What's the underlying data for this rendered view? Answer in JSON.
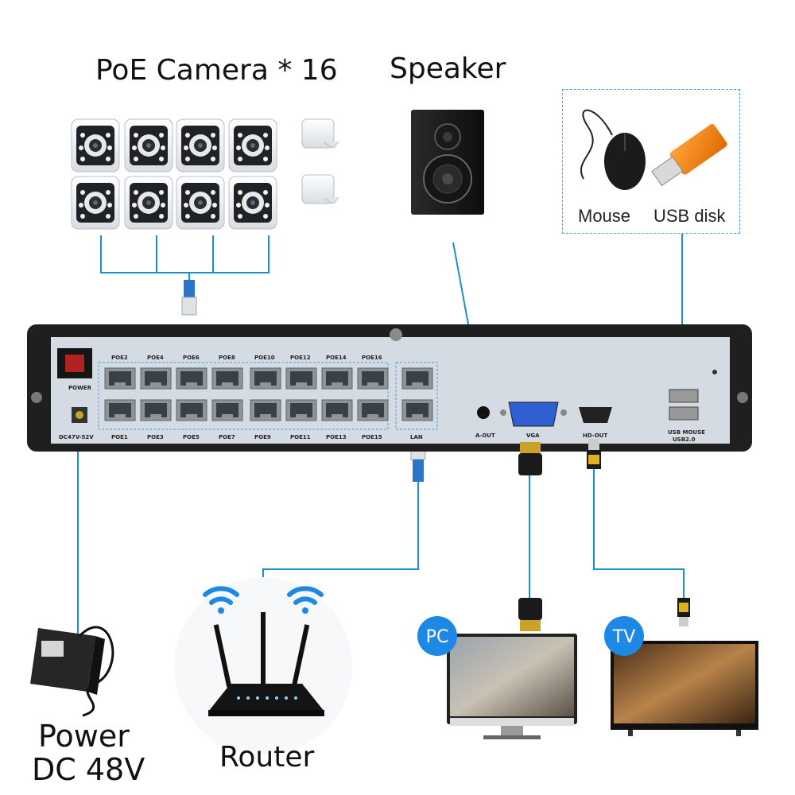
{
  "labels": {
    "cameras": "PoE Camera * 16",
    "speaker": "Speaker",
    "mouse": "Mouse",
    "usb_disk": "USB disk",
    "power_line1": "Power",
    "power_line2": "DC 48V",
    "router": "Router",
    "pc": "PC",
    "tv": "TV"
  },
  "nvr_panel": {
    "power_switch": "POWER",
    "dc_input": "DC47V-52V",
    "poe_top": [
      "POE2",
      "POE4",
      "POE6",
      "POE8",
      "POE10",
      "POE12",
      "POE14",
      "POE16"
    ],
    "poe_bottom": [
      "POE1",
      "POE3",
      "POE5",
      "POE7",
      "POE9",
      "POE11",
      "POE13",
      "POE15"
    ],
    "lan": "LAN",
    "audio_out": "A-OUT",
    "vga": "VGA",
    "hdmi": "HD-OUT",
    "usb_line1": "USB MOUSE",
    "usb_line2": "USB2.0"
  },
  "colors": {
    "connector_line": "#1a8fd0",
    "badge": "#1e88e5",
    "nvr_face": "#d4dbe3",
    "nvr_border": "#1f1f1f",
    "cable_blue": "#2b74c9"
  },
  "icons": [
    "camera-icon",
    "speaker-icon",
    "mouse-icon",
    "usb-disk-icon",
    "power-adapter-icon",
    "router-icon",
    "wifi-icon",
    "monitor-icon",
    "tv-icon",
    "vga-plug-icon",
    "hdmi-plug-icon",
    "rj45-plug-icon"
  ]
}
